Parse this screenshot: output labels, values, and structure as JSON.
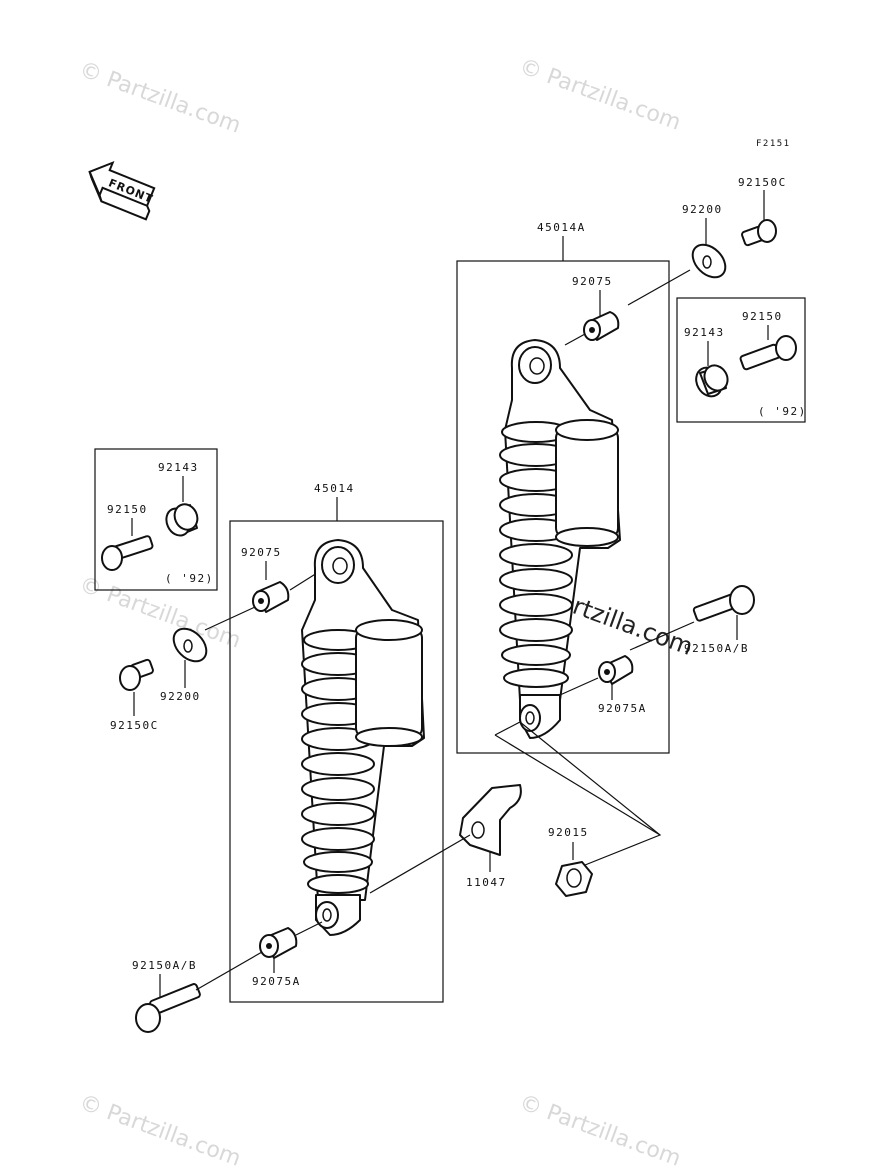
{
  "figure_code": "F2151",
  "front_arrow_label": "FRONT",
  "watermark": "© Partzilla.com",
  "labels": {
    "p45014A": "45014A",
    "p92200_r": "92200",
    "p92150C_r": "92150C",
    "p92075_r": "92075",
    "p92143_r": "92143",
    "p92150_r": "92150",
    "p92_r": "( '92)",
    "p92150AB_r": "92150A/B",
    "p92075A_r": "92075A",
    "p92015": "92015",
    "p11047": "11047",
    "p45014": "45014",
    "p92143_l": "92143",
    "p92150_l": "92150",
    "p92_l": "( '92)",
    "p92075_l": "92075",
    "p92200_l": "92200",
    "p92150C_l": "92150C",
    "p92150AB_l": "92150A/B",
    "p92075A_l": "92075A"
  }
}
